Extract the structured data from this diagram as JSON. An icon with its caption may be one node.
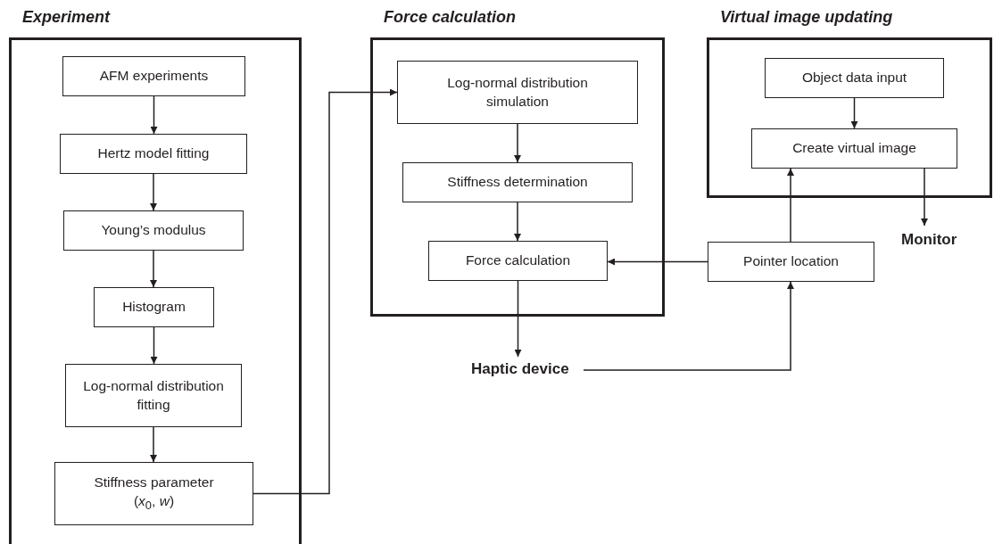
{
  "diagram": {
    "nodes": [
      {
        "text": [
          "Experiment"
        ]
      },
      {
        "text": [
          "AFM experiments"
        ],
        "in": 0
      },
      {
        "text": [
          "Hertz model fitting"
        ],
        "in": 0
      },
      {
        "text": [
          "Young’s modulus"
        ],
        "in": 0
      },
      {
        "text": [
          "Histogram"
        ],
        "in": 0
      },
      {
        "text": [
          "Log-normal distribution fitting"
        ],
        "in": 0
      },
      {
        "text": [
          "Stiffness parameter (*x*$_{0}$, *w*)"
        ],
        "in": 0
      },
      {
        "text": [
          "Force calculation"
        ]
      },
      {
        "text": [
          "Log-normal distribution simulation"
        ],
        "in": 7
      },
      {
        "text": [
          "Stiffness determination"
        ],
        "in": 7
      },
      {
        "text": [
          "Force calculation"
        ],
        "in": 7
      },
      {
        "text": [
          "Virtual image updating"
        ]
      },
      {
        "text": [
          "Object data input"
        ],
        "in": 11
      },
      {
        "text": [
          "Create virtual image"
        ],
        "in": 11
      },
      {
        "text": [
          "Pointer location"
        ]
      },
      {
        "text": [
          "Monitor"
        ]
      },
      {
        "text": [
          "Haptic device"
        ]
      }
    ],
    "edges": [
      {
        "from": 1,
        "to": 2,
        "arrow": "to"
      },
      {
        "from": 2,
        "to": 3,
        "arrow": "to"
      },
      {
        "from": 3,
        "to": 4,
        "arrow": "to"
      },
      {
        "from": 4,
        "to": 5,
        "arrow": "to"
      },
      {
        "from": 5,
        "to": 6,
        "arrow": "to"
      },
      {
        "from": 6,
        "to": 8,
        "arrow": "to"
      },
      {
        "from": 8,
        "to": 9,
        "arrow": "to"
      },
      {
        "from": 9,
        "to": 10,
        "arrow": "to"
      },
      {
        "from": 10,
        "to": 16,
        "arrow": "to"
      },
      {
        "from": 14,
        "to": 10,
        "arrow": "to"
      },
      {
        "from": 14,
        "to": 13,
        "arrow": "to"
      },
      {
        "from": 12,
        "to": 13,
        "arrow": "to"
      },
      {
        "from": 13,
        "to": 15,
        "arrow": "to"
      },
      {
        "from": 16,
        "to": 14,
        "arrow": "to"
      }
    ]
  }
}
